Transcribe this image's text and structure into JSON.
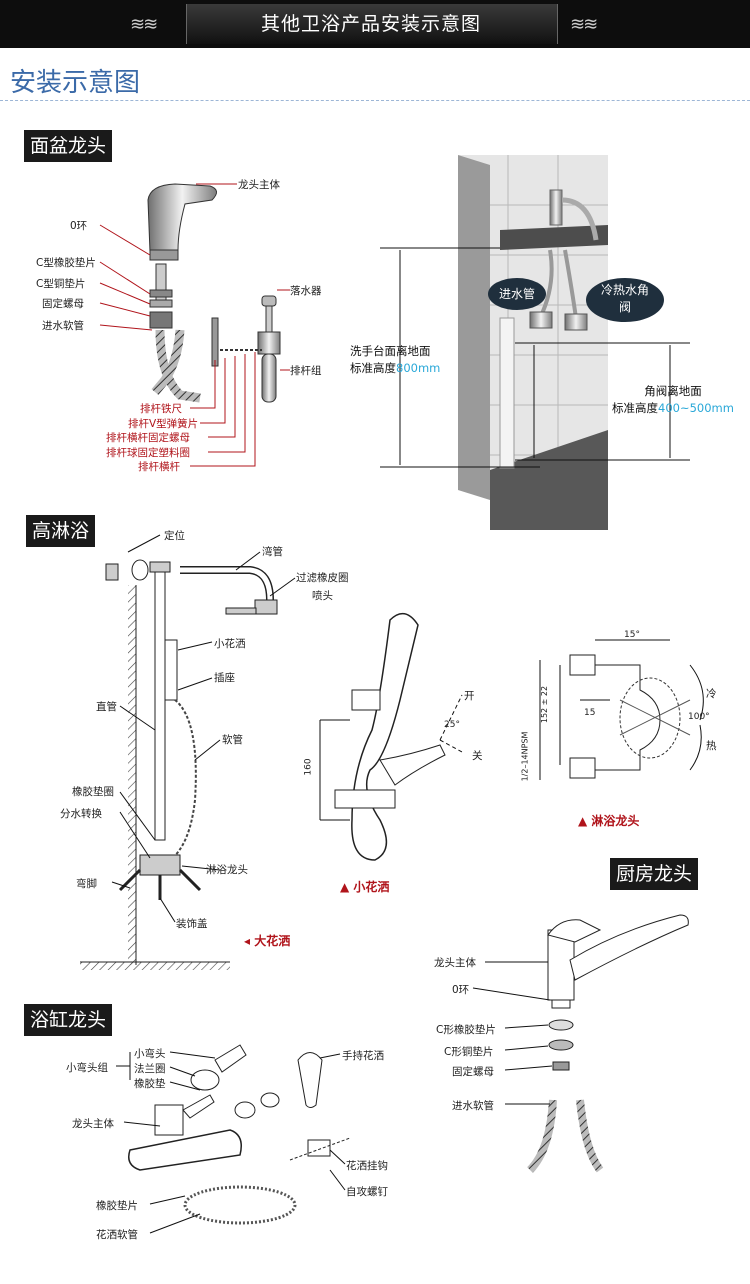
{
  "banner": {
    "title": "其他卫浴产品安装示意图"
  },
  "section": {
    "title": "安装示意图"
  },
  "basin": {
    "tag": "面盆龙头",
    "labels": {
      "body": "龙头主体",
      "oring": "0环",
      "c_rubber": "C型橡胶垫片",
      "c_copper": "C型铜垫片",
      "nut": "固定螺母",
      "hose": "进水软管",
      "drain": "落水器",
      "pipe_group": "排杆组",
      "iron_rod": "排杆铁尺",
      "v_spring": "排杆V型弹簧片",
      "fix_nut": "排杆横杆固定螺母",
      "ball_ring": "排杆球固定塑料圈",
      "cross_rod": "排杆横杆"
    },
    "install": {
      "inlet": "进水管",
      "angle_valve": "冷热水角阀",
      "counter_label_1": "洗手台面离地面",
      "counter_label_2": "标准高度",
      "counter_value": "800mm",
      "valve_label_1": "角阀离地面",
      "valve_label_2": "标准高度",
      "valve_value": "400~500mm"
    }
  },
  "shower": {
    "tag": "高淋浴",
    "labels": {
      "locate": "定位",
      "bend_pipe": "湾管",
      "filter": "过滤橡皮圈",
      "nozzle": "喷头",
      "small_shower": "小花洒",
      "socket": "插座",
      "straight_pipe": "直管",
      "hose": "软管",
      "rubber_ring": "橡胶垫圈",
      "diverter": "分水转换",
      "bath_tap": "淋浴龙头",
      "elbow": "弯脚",
      "cover": "装饰盖"
    },
    "caption_big": "大花洒",
    "caption_small": "小花洒",
    "caption_tap": "淋浴龙头",
    "open": "开",
    "close": "关",
    "cold": "冷",
    "hot": "热",
    "angle_25": "25°",
    "angle_100": "100°",
    "dim_160": "160",
    "dim_15a": "15°",
    "dim_15b": "15",
    "dim_152": "152 ± 22",
    "dim_npsm": "1/2–14NPSM"
  },
  "kitchen": {
    "tag": "厨房龙头",
    "labels": {
      "body": "龙头主体",
      "oring": "0环",
      "c_rubber": "C形橡胶垫片",
      "c_copper": "C形铜垫片",
      "nut": "固定螺母",
      "hose": "进水软管"
    }
  },
  "bathtub": {
    "tag": "浴缸龙头",
    "labels": {
      "elbow_group": "小弯头组",
      "small_elbow": "小弯头",
      "flange": "法兰圈",
      "rubber_pad": "橡胶垫",
      "body": "龙头主体",
      "hand_shower": "手持花洒",
      "hook": "花洒挂钩",
      "screw": "自攻螺钉",
      "rubber_gasket": "橡胶垫片",
      "shower_hose": "花洒软管"
    }
  }
}
